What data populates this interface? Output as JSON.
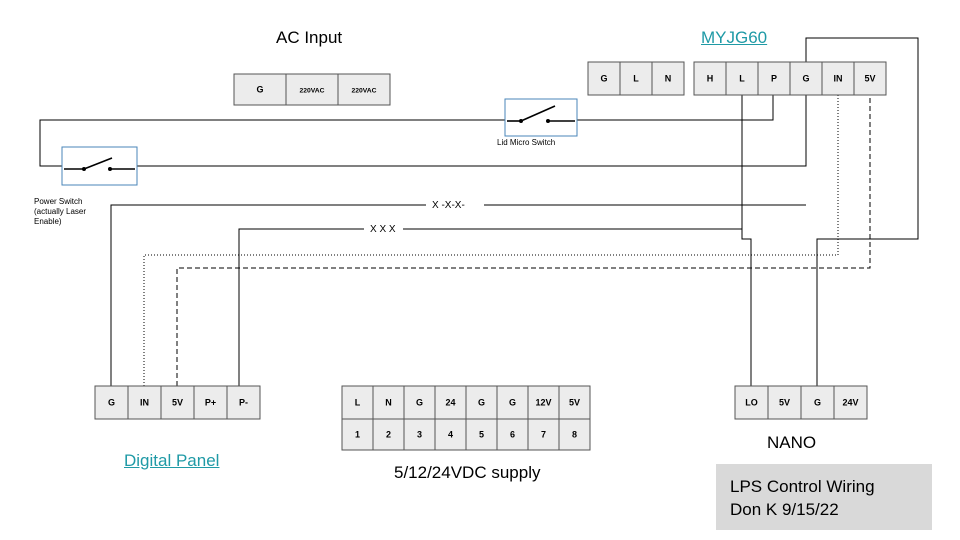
{
  "ac_input": {
    "title": "AC Input",
    "terminals": [
      "G",
      "220VAC",
      "220VAC"
    ]
  },
  "myjg60": {
    "title": "MYJG60",
    "terminals": [
      "G",
      "L",
      "N",
      "H",
      "L",
      "P",
      "G",
      "IN",
      "5V"
    ]
  },
  "switches": {
    "lid": "Lid Micro Switch",
    "power": "Power Switch (actually Laser Enable)"
  },
  "crossed_wires": {
    "first": "X -X-X-",
    "second": "X X X"
  },
  "digital_panel": {
    "title": "Digital Panel",
    "terminals": [
      "G",
      "IN",
      "5V",
      "P+",
      "P-"
    ]
  },
  "supply": {
    "title": "5/12/24VDC supply",
    "terminals_top": [
      "L",
      "N",
      "G",
      "24",
      "G",
      "G",
      "12V",
      "5V"
    ],
    "terminals_bottom": [
      "1",
      "2",
      "3",
      "4",
      "5",
      "6",
      "7",
      "8"
    ]
  },
  "nano": {
    "title": "NANO",
    "terminals": [
      "LO",
      "5V",
      "G",
      "24V"
    ]
  },
  "info_box": {
    "line1": "LPS Control Wiring",
    "line2": "Don K 9/15/22"
  }
}
